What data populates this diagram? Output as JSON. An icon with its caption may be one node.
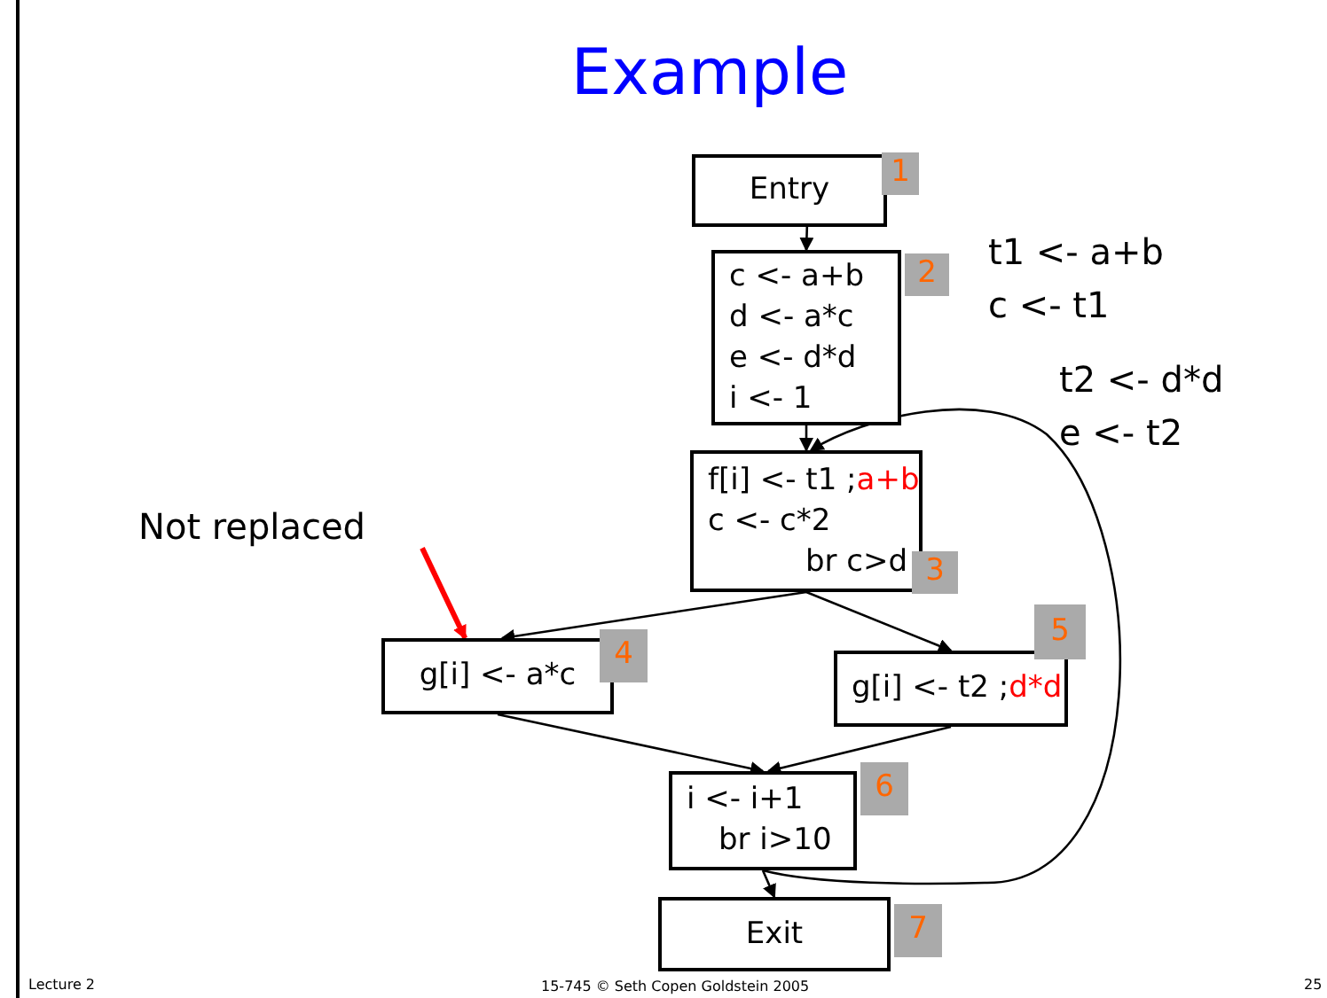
{
  "diagram": {
    "title": "Example",
    "nodes": [
      {
        "text": [
          "Entry"
        ],
        "beside": [
          "1"
        ]
      },
      {
        "text": [
          "c <- a+b",
          "d <- a*c",
          "e <- d*d",
          "i <- 1"
        ],
        "beside": [
          "2"
        ]
      },
      {
        "text": [
          "f[i] <- t1 ;",
          "a+b",
          "c <- c*2",
          "br c>d"
        ],
        "beside": [
          "3"
        ]
      },
      {
        "text": [
          "g[i] <- a*c"
        ],
        "beside": [
          "4"
        ]
      },
      {
        "text": [
          "g[i] <- t2 ;",
          "d*d"
        ],
        "beside": [
          "5"
        ]
      },
      {
        "text": [
          "i <- i+1",
          "br i>10"
        ],
        "beside": [
          "6"
        ]
      },
      {
        "text": [
          "Exit"
        ],
        "beside": [
          "7"
        ]
      },
      {
        "text": [
          "Not replaced"
        ]
      }
    ],
    "edges": [
      {
        "from": 0,
        "to": 1,
        "arrow": "to"
      },
      {
        "from": 1,
        "to": 2,
        "arrow": "to"
      },
      {
        "from": 2,
        "to": 3,
        "arrow": "to"
      },
      {
        "from": 2,
        "to": 4,
        "arrow": "to"
      },
      {
        "from": 3,
        "to": 5,
        "arrow": "to"
      },
      {
        "from": 4,
        "to": 5,
        "arrow": "to"
      },
      {
        "from": 5,
        "to": 6,
        "arrow": "to"
      },
      {
        "from": 5,
        "to": 2,
        "arrow": "to"
      },
      {
        "from": 7,
        "to": 3,
        "arrow": "to",
        "style": "thick",
        "color": "#ff0000"
      }
    ],
    "labels": [
      "t1 <- a+b",
      "c <- t1",
      "t2 <- d*d",
      "e <- t2",
      "Lecture 2",
      "15-745 © Seth Copen Goldstein 2005",
      "25"
    ]
  }
}
